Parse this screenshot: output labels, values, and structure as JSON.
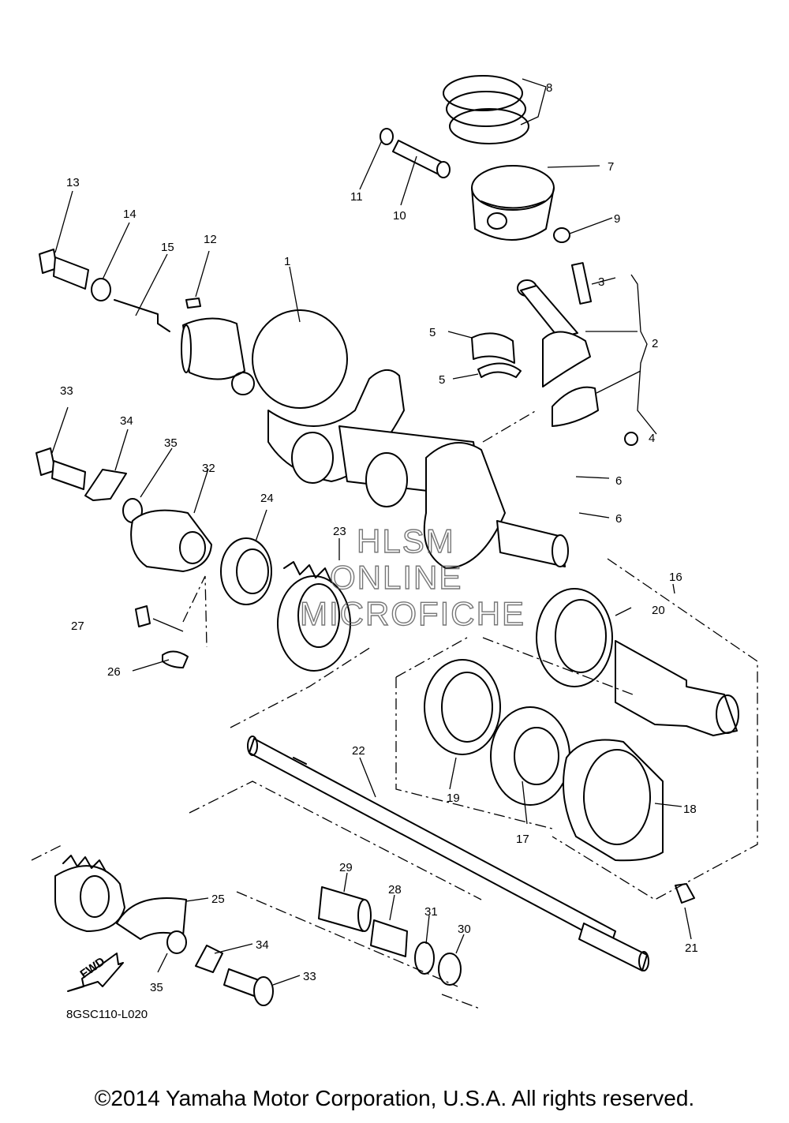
{
  "diagram": {
    "code": "8GSC110-L020",
    "fwd_label": "FWD",
    "watermark": [
      "HLSM",
      "ONLINE",
      "MICROFICHE"
    ],
    "callouts": [
      "1",
      "2",
      "3",
      "4",
      "5",
      "5",
      "6",
      "6",
      "7",
      "8",
      "9",
      "10",
      "11",
      "12",
      "13",
      "14",
      "15",
      "16",
      "17",
      "18",
      "19",
      "20",
      "21",
      "22",
      "23",
      "24",
      "25",
      "26",
      "27",
      "28",
      "29",
      "30",
      "31",
      "32",
      "33",
      "33",
      "34",
      "34",
      "35",
      "35"
    ]
  },
  "footer": {
    "copyright": "©2014 Yamaha Motor Corporation, U.S.A. All rights reserved."
  }
}
